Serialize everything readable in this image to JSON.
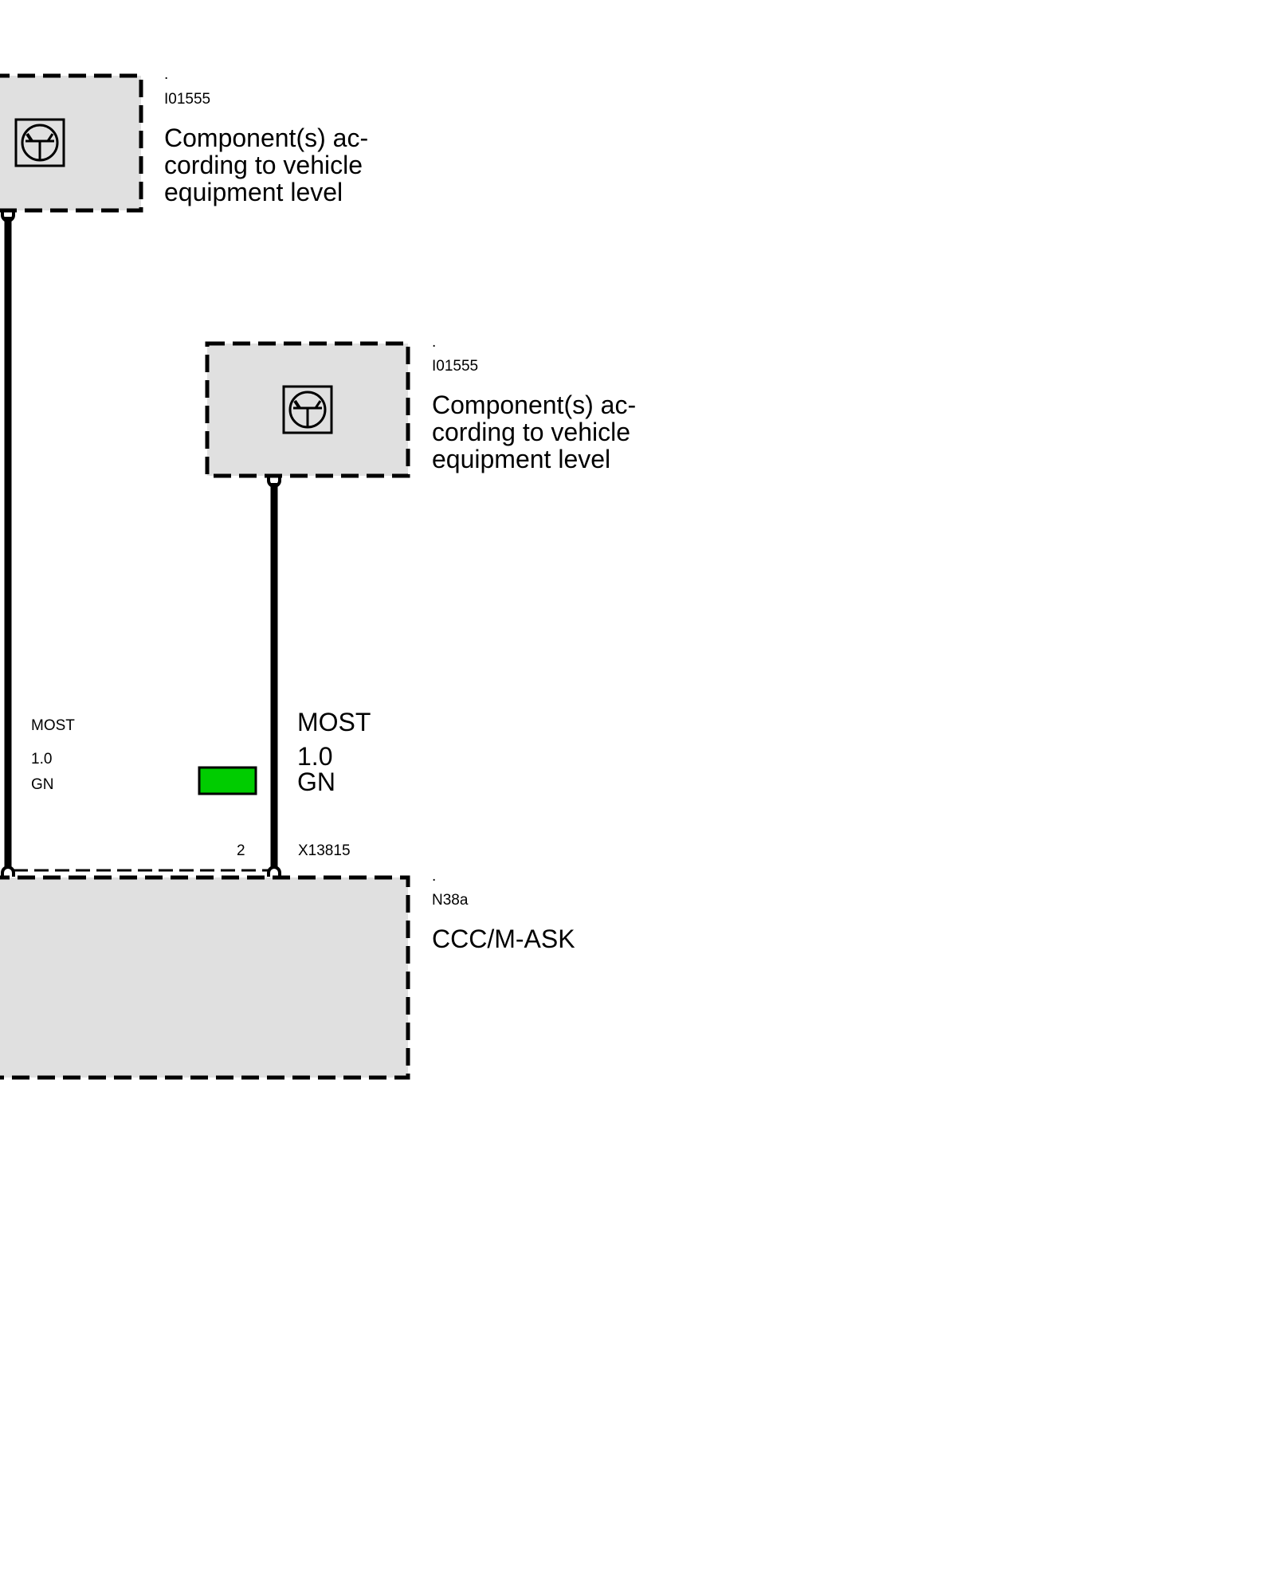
{
  "components": [
    {
      "dot": ".",
      "id": "I01555",
      "title": "Component(s) ac-\ncording to vehicle\nequipment level",
      "title_lines": [
        "Component(s) ac-",
        "cording to vehicle",
        "equipment level"
      ],
      "icon": "transistor-icon"
    },
    {
      "dot": ".",
      "id": "I01555",
      "title_lines": [
        "Component(s) ac-",
        "cording to vehicle",
        "equipment level"
      ],
      "icon": "transistor-icon"
    },
    {
      "dot": ".",
      "id": "N38a",
      "title": "CCC/M-ASK"
    }
  ],
  "wires": [
    {
      "signal": "MOST",
      "cross_section": "1.0",
      "color_code": "GN"
    },
    {
      "signal": "MOST",
      "cross_section": "1.0",
      "color_code": "GN",
      "pin": "2",
      "connector": "X13815"
    }
  ],
  "colors": {
    "wire_green": "#00cc00",
    "box_fill": "#e0e0e0"
  }
}
